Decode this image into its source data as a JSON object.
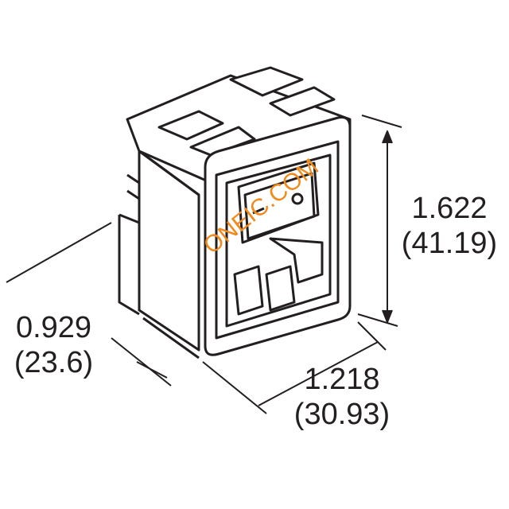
{
  "dimensions": {
    "height": {
      "inch": "1.622",
      "mm": "(41.19)"
    },
    "width": {
      "inch": "1.218",
      "mm": "(30.93)"
    },
    "depth": {
      "inch": "0.929",
      "mm": "(23.6)"
    }
  },
  "watermark": "ONEIC.COM",
  "colors": {
    "line": "#231f20",
    "watermark": "#f08a1c"
  }
}
